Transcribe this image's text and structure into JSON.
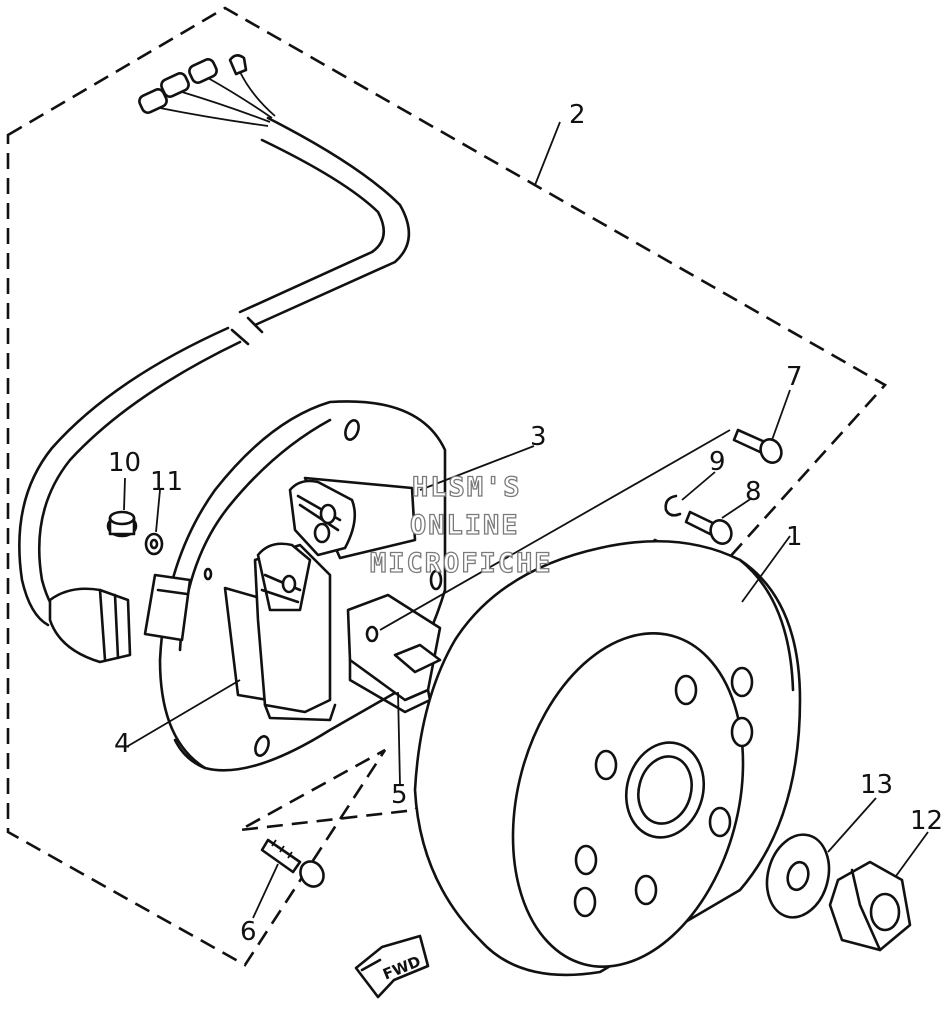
{
  "watermark": {
    "line1": "HLSM'S",
    "line2": "ONLINE",
    "line3": "MICROFICHE"
  },
  "direction_marker": "FWD",
  "callouts": {
    "c1": "1",
    "c2": "2",
    "c3": "3",
    "c4": "4",
    "c5": "5",
    "c6": "6",
    "c7": "7",
    "c8": "8",
    "c9": "9",
    "c10": "10",
    "c11": "11",
    "c12": "12",
    "c13": "13"
  }
}
